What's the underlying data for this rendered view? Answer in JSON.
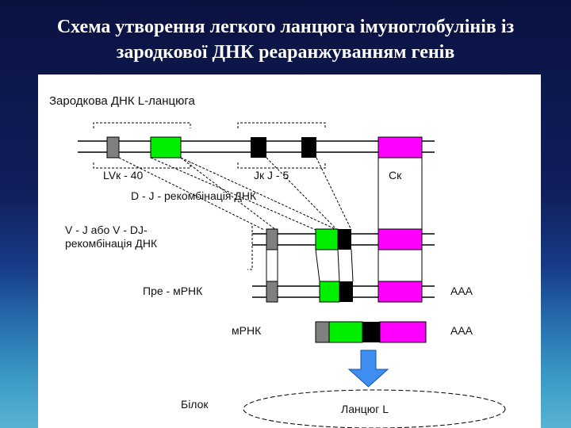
{
  "slide": {
    "title_line1": "Схема утворення легкого ланцюга імуноглобулінів із",
    "title_line2": "зародкової ДНК реаранжуванням генів"
  },
  "diagram": {
    "germline_label": "Зародкова ДНК L-ланцюга",
    "lv_label": "LVк - 40",
    "jk_label": "Jк J - 5",
    "ck_label": "Cк",
    "dj_label": "D - J - рекомбінація ДНК",
    "vj_label_line1": "V - J або V - DJ-",
    "vj_label_line2": "рекомбінація ДНК",
    "pre_mrna_label": "Пре - мРНК",
    "mrna_label": "мРНК",
    "polya_label_1": "AAA",
    "polya_label_2": "AAA",
    "protein_label": "Білок",
    "chain_label": "Ланцюг L",
    "colors": {
      "leader_gray": "#808080",
      "v_green": "#00ee00",
      "j_black": "#000000",
      "c_magenta": "#ff00ff",
      "arrow_blue": "#3d8ef0"
    }
  }
}
